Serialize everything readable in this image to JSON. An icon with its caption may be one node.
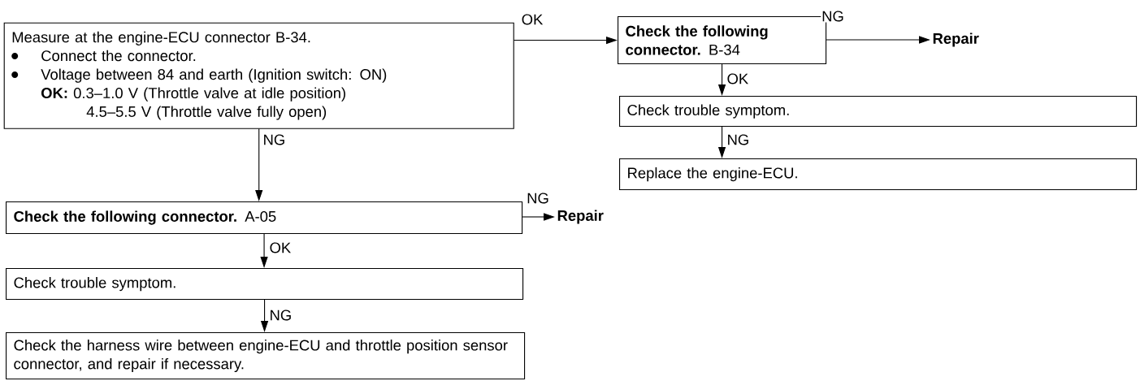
{
  "diagram": {
    "nodes": [
      {
        "text": [
          "Measure at the engine-ECU connector B-34.",
          "Connect the connector.",
          "Voltage between 84 and earth (Ignition switch: ON)",
          "**OK:** 0.3–1.0 V (Throttle valve at idle position)",
          "4.5–5.5 V (Throttle valve fully open)"
        ]
      },
      {
        "text": [
          "**Check the following connector.** B-34"
        ]
      },
      {
        "text": [
          "Repair"
        ]
      },
      {
        "text": [
          "Check trouble symptom."
        ]
      },
      {
        "text": [
          "Replace the engine-ECU."
        ]
      },
      {
        "text": [
          "**Check the following connector.** A-05"
        ]
      },
      {
        "text": [
          "Repair"
        ]
      },
      {
        "text": [
          "Check trouble symptom."
        ]
      },
      {
        "text": [
          "Check the harness wire between engine-ECU and throttle position sensor connector, and repair if necessary."
        ]
      }
    ],
    "edges": [
      {
        "from": 0,
        "to": 1,
        "arrow": "to",
        "label": "OK"
      },
      {
        "from": 1,
        "to": 2,
        "arrow": "to",
        "label": "NG"
      },
      {
        "from": 1,
        "to": 3,
        "arrow": "to",
        "label": "OK"
      },
      {
        "from": 3,
        "to": 4,
        "arrow": "to",
        "label": "NG"
      },
      {
        "from": 0,
        "to": 5,
        "arrow": "to",
        "label": "NG"
      },
      {
        "from": 5,
        "to": 6,
        "arrow": "to",
        "label": "NG"
      },
      {
        "from": 5,
        "to": 7,
        "arrow": "to",
        "label": "OK"
      },
      {
        "from": 7,
        "to": 8,
        "arrow": "to",
        "label": "NG"
      }
    ]
  }
}
